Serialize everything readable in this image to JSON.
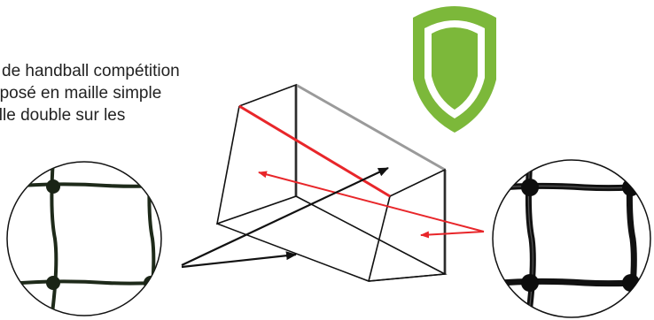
{
  "description": {
    "lines": [
      "de handball compétition",
      "nposé en maille simple",
      "aille double sur les"
    ]
  },
  "colors": {
    "shield": "#7cb83a",
    "arrow_red": "#e8262a",
    "arrow_black": "#111111",
    "post": "#9a9a9a",
    "outline": "#111111"
  },
  "icons": {
    "badge": "shield-icon",
    "single_mesh": "net-mesh-single-icon",
    "double_mesh": "net-mesh-double-icon"
  }
}
